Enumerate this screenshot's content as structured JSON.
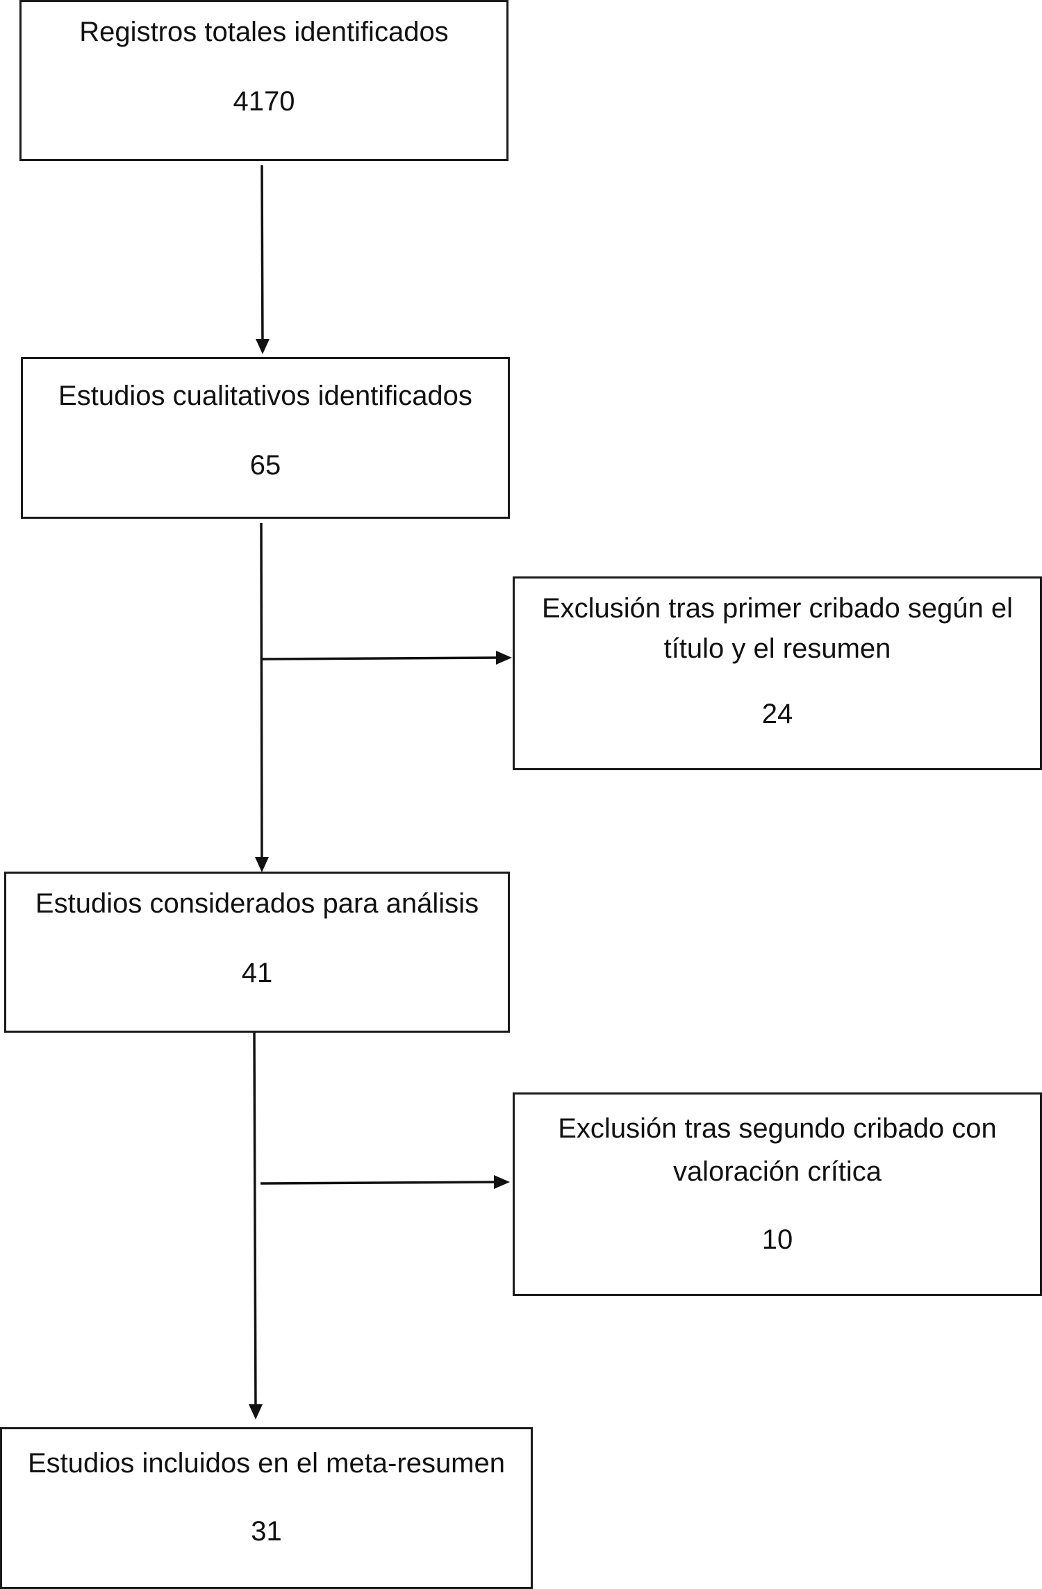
{
  "boxes": {
    "total_records": {
      "label": "Registros totales identificados",
      "count": "4170"
    },
    "qualitative_studies": {
      "label": "Estudios cualitativos identificados",
      "count": "65"
    },
    "first_exclusion": {
      "label": "Exclusión tras primer cribado según el título y el resumen",
      "count": "24"
    },
    "considered_for_analysis": {
      "label": "Estudios considerados para análisis",
      "count": "41"
    },
    "second_exclusion": {
      "label": "Exclusión tras segundo cribado con valoración crítica",
      "count": "10"
    },
    "included_meta_summary": {
      "label": "Estudios incluidos en el meta-resumen",
      "count": "31"
    }
  },
  "colors": {
    "line": "#111111",
    "box_border": "#1a1a1a",
    "background": "#ffffff"
  }
}
